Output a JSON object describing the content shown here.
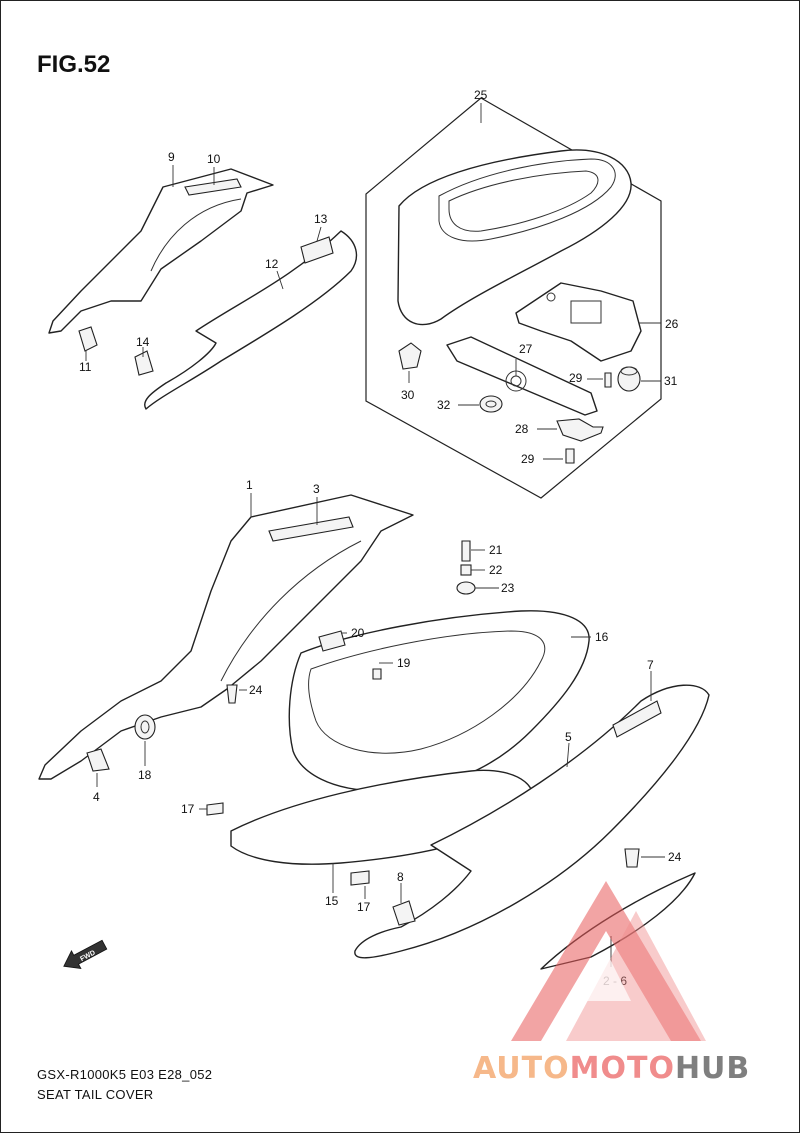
{
  "figure": {
    "title": "FIG.52"
  },
  "footer": {
    "code": "GSX-R1000K5 E03 E28_052",
    "title": "SEAT TAIL COVER"
  },
  "fwd_label": "FWD",
  "logo": {
    "part1": "AUTO",
    "part2": "MOTO",
    "part3": "HUB",
    "colors": [
      "#f6b88a",
      "#f08c8c",
      "#7f7f7f"
    ]
  },
  "callouts": {
    "c1": "1",
    "c3": "3",
    "c4": "4",
    "c5": "5",
    "c7": "7",
    "c8": "8",
    "c9": "9",
    "c10": "10",
    "c11": "11",
    "c12": "12",
    "c13": "13",
    "c14": "14",
    "c15": "15",
    "c16": "16",
    "c17a": "17",
    "c17b": "17",
    "c18": "18",
    "c19": "19",
    "c20": "20",
    "c21": "21",
    "c22": "22",
    "c23": "23",
    "c24a": "24",
    "c24b": "24",
    "c25": "25",
    "c26": "26",
    "c27": "27",
    "c28": "28",
    "c29a": "29",
    "c29b": "29",
    "c30": "30",
    "c31": "31",
    "c32": "32",
    "c26range": "2 - 6"
  }
}
